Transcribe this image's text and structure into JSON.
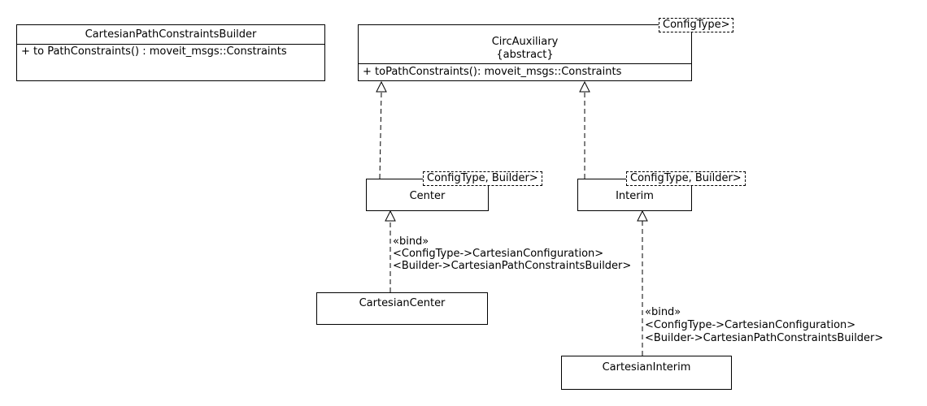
{
  "classes": {
    "builder": {
      "name": "CartesianPathConstraintsBuilder",
      "operation": "+ to PathConstraints() : moveit_msgs::Constraints"
    },
    "circ_auxiliary": {
      "name": "CircAuxiliary",
      "stereotype": "{abstract}",
      "template_params": "ConfigType>",
      "operation": "+ toPathConstraints(): moveit_msgs::Constraints"
    },
    "center": {
      "name": "Center",
      "template_params": "ConfigType, Builder>"
    },
    "interim": {
      "name": "Interim",
      "template_params": "ConfigType, Builder>"
    },
    "cartesian_center": {
      "name": "CartesianCenter"
    },
    "cartesian_interim": {
      "name": "CartesianInterim"
    }
  },
  "bindings": {
    "center": {
      "keyword": "«bind»",
      "config": "<ConfigType->CartesianConfiguration>",
      "builder": "<Builder->CartesianPathConstraintsBuilder>"
    },
    "interim": {
      "keyword": "«bind»",
      "config": "<ConfigType->CartesianConfiguration>",
      "builder": "<Builder->CartesianPathConstraintsBuilder>"
    }
  }
}
